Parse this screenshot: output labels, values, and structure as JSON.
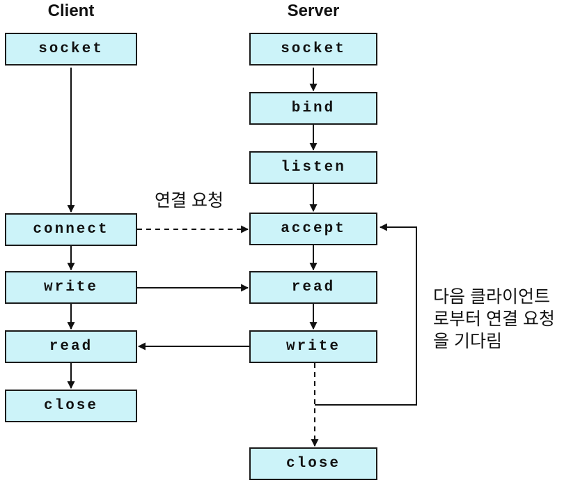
{
  "client": {
    "title": "Client",
    "boxes": [
      {
        "label": "socket"
      },
      {
        "label": "connect"
      },
      {
        "label": "write"
      },
      {
        "label": "read"
      },
      {
        "label": "close"
      }
    ]
  },
  "server": {
    "title": "Server",
    "boxes": [
      {
        "label": "socket"
      },
      {
        "label": "bind"
      },
      {
        "label": "listen"
      },
      {
        "label": "accept"
      },
      {
        "label": "read"
      },
      {
        "label": "write"
      },
      {
        "label": "close"
      }
    ]
  },
  "annotations": {
    "connection_request": "연결 요청",
    "wait_next_client": {
      "line1": "다음 클라이언트",
      "line2": "로부터 연결 요청",
      "line3": "을 기다림"
    }
  },
  "colors": {
    "box_fill": "#ccf3f9",
    "box_border": "#1a1a1a",
    "line": "#111111"
  }
}
